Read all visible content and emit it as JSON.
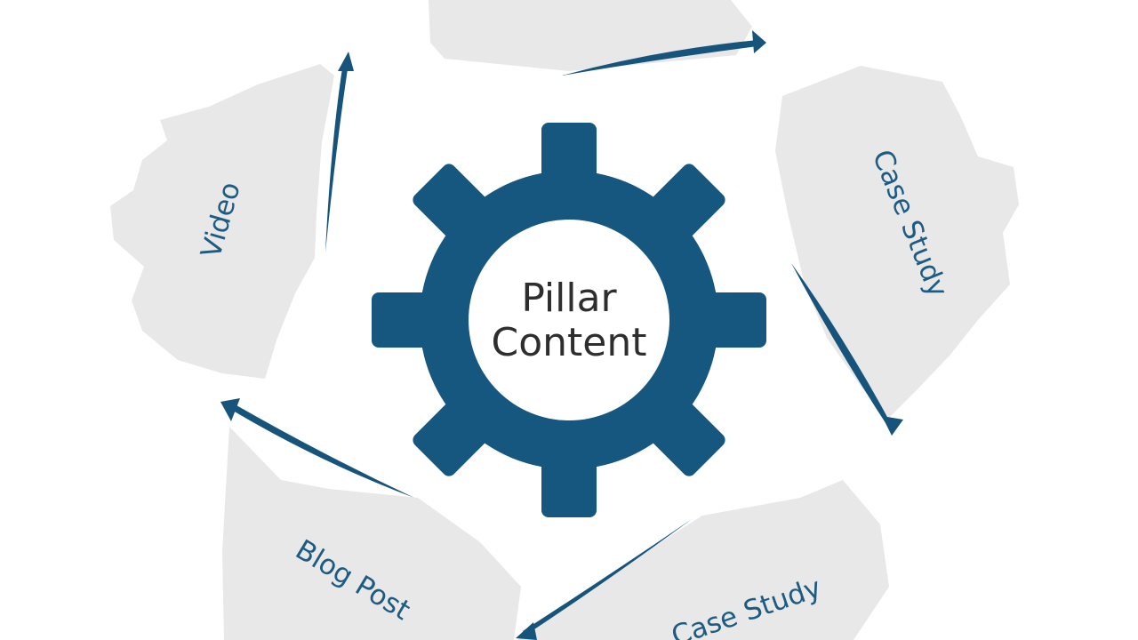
{
  "center": {
    "line1": "Pillar",
    "line2": "Content"
  },
  "nodes": [
    {
      "label": ""
    },
    {
      "label": "Case Study"
    },
    {
      "label": "Case Study"
    },
    {
      "label": "Blog Post"
    },
    {
      "label": "Video"
    }
  ],
  "colors": {
    "gear": "#15577f",
    "arrow": "#16547b",
    "card": "#e8e8e8",
    "card_text": "#1d5b82",
    "center_text": "#2e2e2e"
  }
}
